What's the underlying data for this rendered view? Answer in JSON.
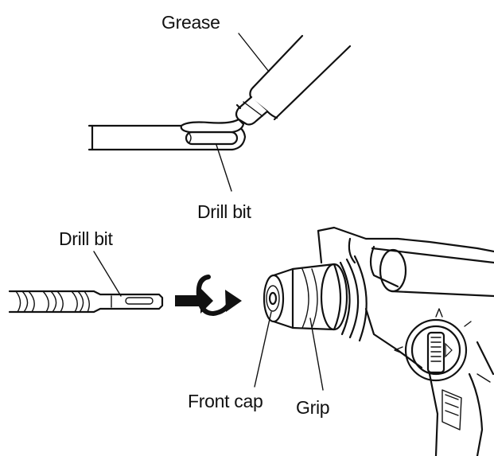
{
  "labels": {
    "grease": "Grease",
    "drill_bit_top": "Drill bit",
    "drill_bit_left": "Drill bit",
    "front_cap": "Front cap",
    "grip": "Grip"
  }
}
